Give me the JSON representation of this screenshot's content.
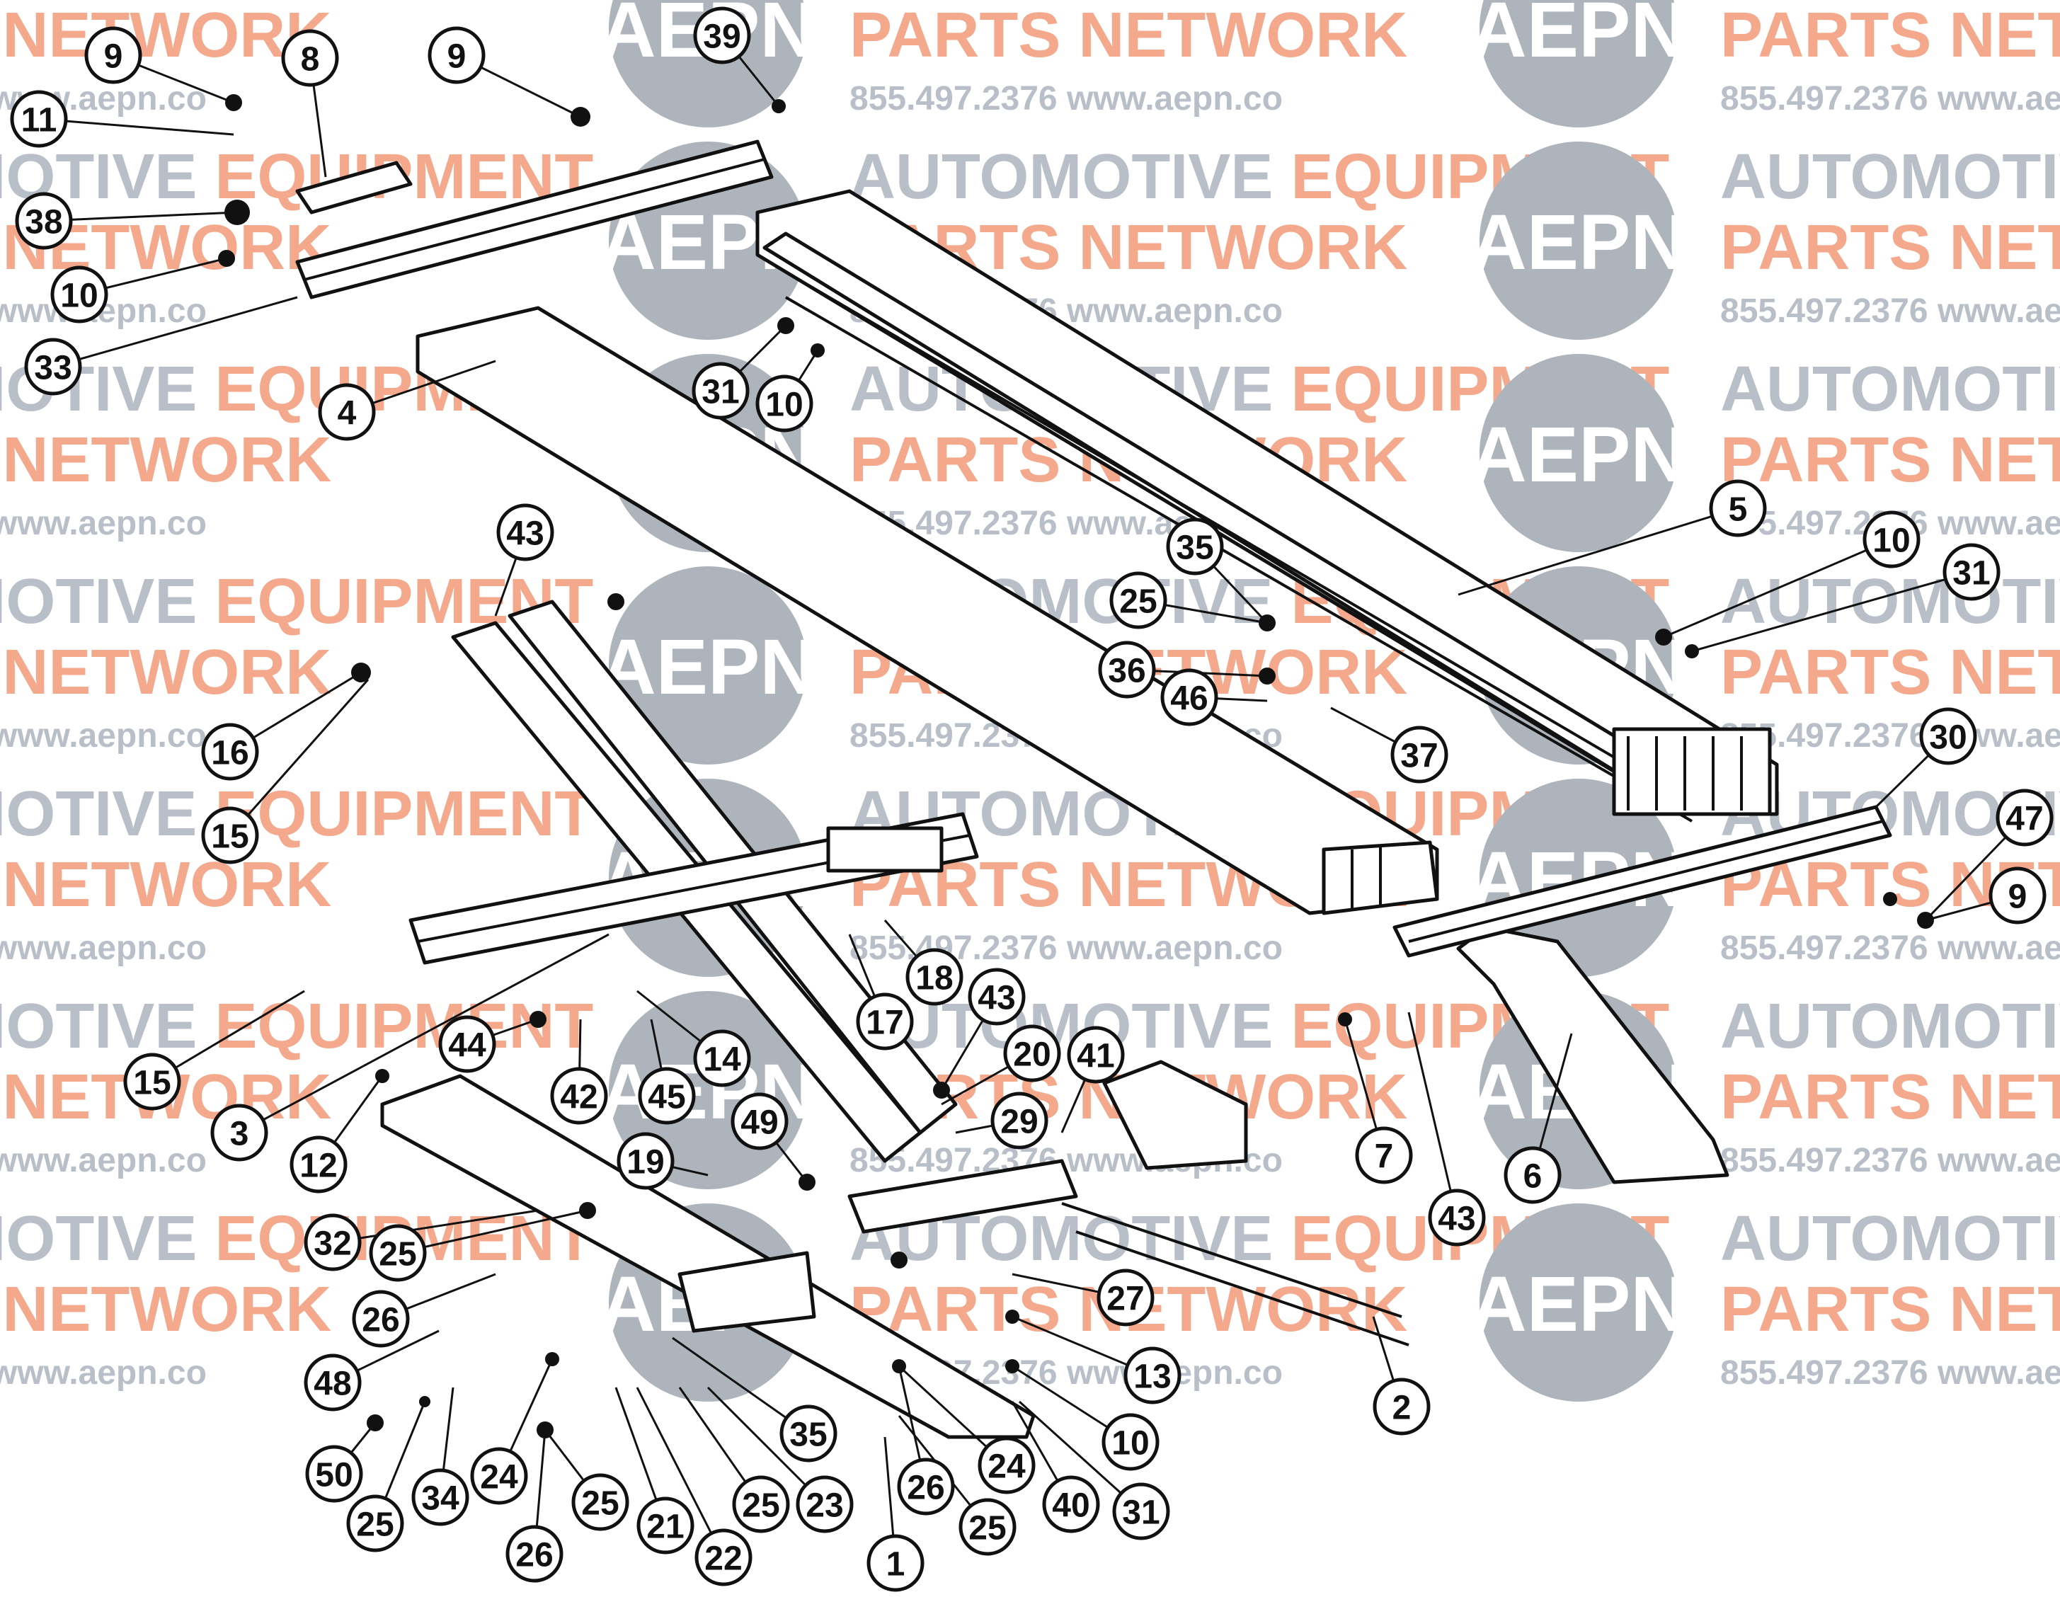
{
  "watermark": {
    "line1_gray": "AUTOMOTIVE ",
    "line1_orange": "EQUIPMENT",
    "line2": "PARTS NETWORK",
    "phone": "855.497.2376",
    "url": "www.aepn.co",
    "logo_text": "AEPN",
    "colors": {
      "orange": "#f4a98d",
      "gray": "#b9bfc8",
      "logo_gray": "#aeb4bc"
    }
  },
  "callouts": [
    {
      "id": "c1",
      "label": "9"
    },
    {
      "id": "c2",
      "label": "8"
    },
    {
      "id": "c3",
      "label": "9"
    },
    {
      "id": "c4",
      "label": "39"
    },
    {
      "id": "c5",
      "label": "11"
    },
    {
      "id": "c6",
      "label": "38"
    },
    {
      "id": "c7",
      "label": "10"
    },
    {
      "id": "c8",
      "label": "33"
    },
    {
      "id": "c9",
      "label": "4"
    },
    {
      "id": "c10",
      "label": "31"
    },
    {
      "id": "c11",
      "label": "10"
    },
    {
      "id": "c12",
      "label": "5"
    },
    {
      "id": "c13",
      "label": "43"
    },
    {
      "id": "c14",
      "label": "35"
    },
    {
      "id": "c15",
      "label": "10"
    },
    {
      "id": "c16",
      "label": "31"
    },
    {
      "id": "c17",
      "label": "25"
    },
    {
      "id": "c18",
      "label": "36"
    },
    {
      "id": "c19",
      "label": "46"
    },
    {
      "id": "c20",
      "label": "37"
    },
    {
      "id": "c21",
      "label": "16"
    },
    {
      "id": "c22",
      "label": "15"
    },
    {
      "id": "c23",
      "label": "30"
    },
    {
      "id": "c24",
      "label": "47"
    },
    {
      "id": "c25",
      "label": "9"
    },
    {
      "id": "c26",
      "label": "18"
    },
    {
      "id": "c27",
      "label": "17"
    },
    {
      "id": "c28",
      "label": "43"
    },
    {
      "id": "c29",
      "label": "15"
    },
    {
      "id": "c30",
      "label": "44"
    },
    {
      "id": "c31",
      "label": "14"
    },
    {
      "id": "c32",
      "label": "20"
    },
    {
      "id": "c33",
      "label": "41"
    },
    {
      "id": "c34",
      "label": "42"
    },
    {
      "id": "c35",
      "label": "45"
    },
    {
      "id": "c36",
      "label": "29"
    },
    {
      "id": "c37",
      "label": "3"
    },
    {
      "id": "c38",
      "label": "49"
    },
    {
      "id": "c39",
      "label": "7"
    },
    {
      "id": "c40",
      "label": "12"
    },
    {
      "id": "c41",
      "label": "19"
    },
    {
      "id": "c42",
      "label": "6"
    },
    {
      "id": "c43",
      "label": "43"
    },
    {
      "id": "c44",
      "label": "32"
    },
    {
      "id": "c45",
      "label": "25"
    },
    {
      "id": "c46",
      "label": "27"
    },
    {
      "id": "c47",
      "label": "26"
    },
    {
      "id": "c48",
      "label": "13"
    },
    {
      "id": "c49",
      "label": "2"
    },
    {
      "id": "c50",
      "label": "48"
    },
    {
      "id": "c51",
      "label": "35"
    },
    {
      "id": "c52",
      "label": "10"
    },
    {
      "id": "c53",
      "label": "24"
    },
    {
      "id": "c54",
      "label": "50"
    },
    {
      "id": "c55",
      "label": "26"
    },
    {
      "id": "c56",
      "label": "24"
    },
    {
      "id": "c57",
      "label": "34"
    },
    {
      "id": "c58",
      "label": "25"
    },
    {
      "id": "c59",
      "label": "25"
    },
    {
      "id": "c60",
      "label": "25"
    },
    {
      "id": "c61",
      "label": "23"
    },
    {
      "id": "c62",
      "label": "21"
    },
    {
      "id": "c63",
      "label": "40"
    },
    {
      "id": "c64",
      "label": "31"
    },
    {
      "id": "c65",
      "label": "25"
    },
    {
      "id": "c66",
      "label": "26"
    },
    {
      "id": "c67",
      "label": "22"
    },
    {
      "id": "c68",
      "label": "1"
    }
  ]
}
